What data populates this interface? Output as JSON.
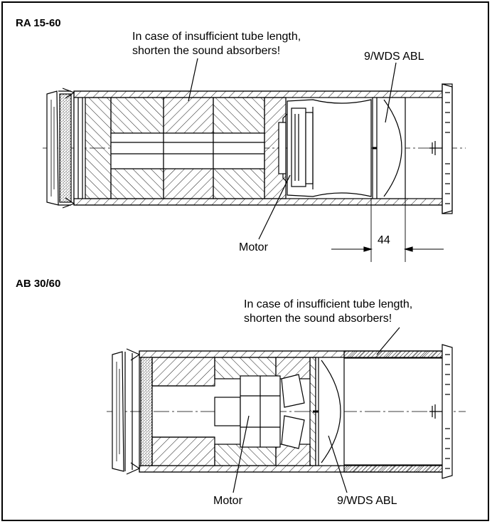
{
  "section_a": {
    "title": "RA 15-60",
    "note_line1": "In case of insufficient tube length,",
    "note_line2": "shorten the sound absorbers!",
    "filter_label": "9/WDS ABL",
    "motor_label": "Motor",
    "dimension": "44"
  },
  "section_b": {
    "title": "AB 30/60",
    "note_line1": "In case of insufficient tube length,",
    "note_line2": "shorten the sound absorbers!",
    "motor_label": "Motor",
    "filter_label": "9/WDS ABL"
  }
}
